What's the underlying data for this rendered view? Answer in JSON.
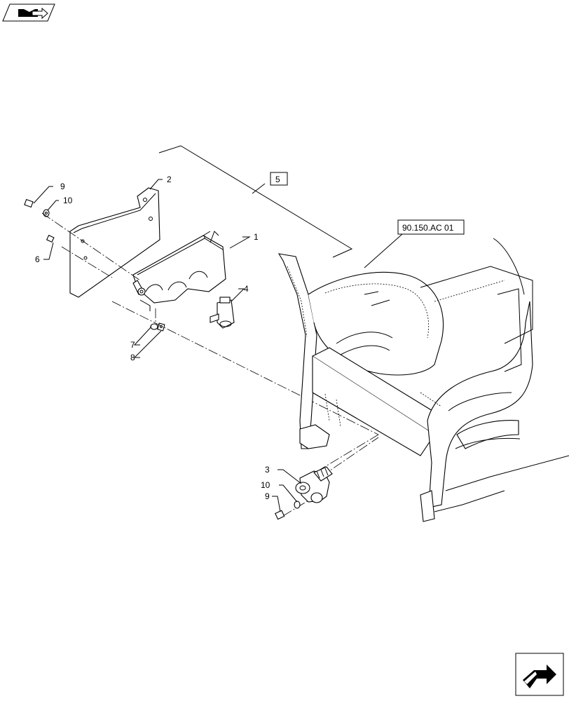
{
  "icons": {
    "top_left": "book-arrow-icon",
    "bottom_right": "next-page-arrow-icon"
  },
  "callouts": {
    "c1": "1",
    "c2": "2",
    "c3": "3",
    "c4": "4",
    "c5": "5",
    "c6": "6",
    "c7": "7",
    "c8": "8",
    "c9_top": "9",
    "c10_top": "10",
    "c9_bottom": "9",
    "c10_bottom": "10",
    "reference": "90.150.AC 01"
  }
}
